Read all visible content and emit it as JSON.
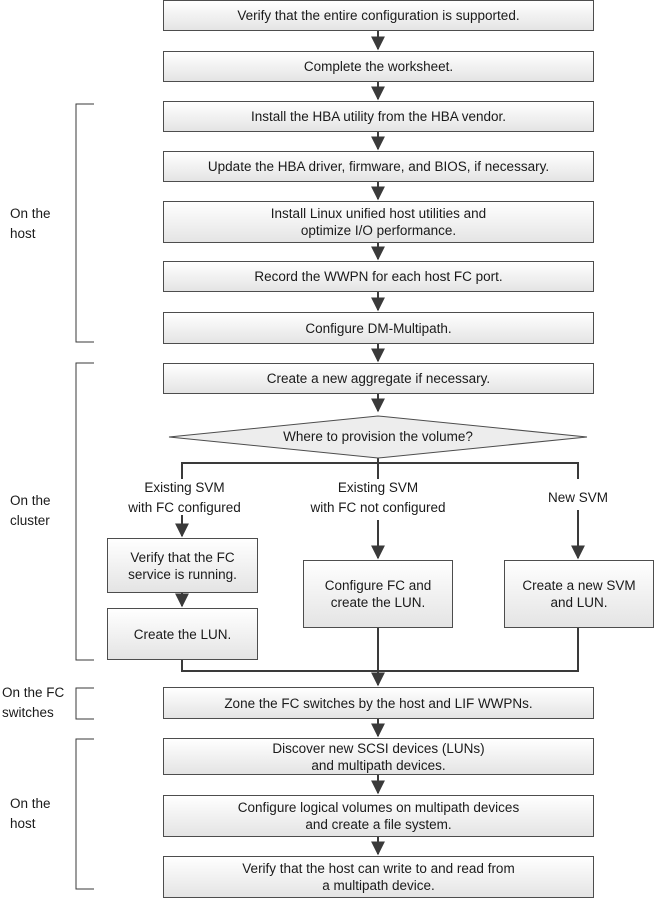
{
  "steps": {
    "verify_config": "Verify that the entire configuration is supported.",
    "complete_worksheet": "Complete the worksheet.",
    "install_hba_utility": "Install the HBA utility from the HBA vendor.",
    "update_hba": "Update the HBA driver, firmware, and BIOS, if necessary.",
    "install_linux_utils": "Install Linux unified host utilities and\noptimize I/O performance.",
    "record_wwpn": "Record the WWPN for each host FC port.",
    "configure_dm_multipath": "Configure DM-Multipath.",
    "create_aggregate": "Create a new aggregate if necessary.",
    "verify_fc_service": "Verify that the FC\nservice is running.",
    "create_lun": "Create the LUN.",
    "configure_fc_create_lun": "Configure FC and\ncreate the LUN.",
    "create_new_svm": "Create a new SVM\nand LUN.",
    "zone_switches": "Zone the FC switches by the host and LIF WWPNs.",
    "discover_scsi": "Discover new SCSI devices (LUNs)\nand multipath devices.",
    "configure_logical_volumes": "Configure logical volumes on multipath devices\nand create a file system.",
    "verify_host_rw": "Verify that the host can write to and read from\na multipath device."
  },
  "decision": {
    "question": "Where to provision the volume?"
  },
  "branches": {
    "existing_fc_configured": "Existing SVM\nwith FC configured",
    "existing_fc_not_configured": "Existing SVM\nwith FC not configured",
    "new_svm": "New SVM"
  },
  "groups": {
    "host_top": "On the\nhost",
    "cluster": "On the\ncluster",
    "fc_switches": "On the FC\nswitches",
    "host_bottom": "On the\nhost"
  }
}
